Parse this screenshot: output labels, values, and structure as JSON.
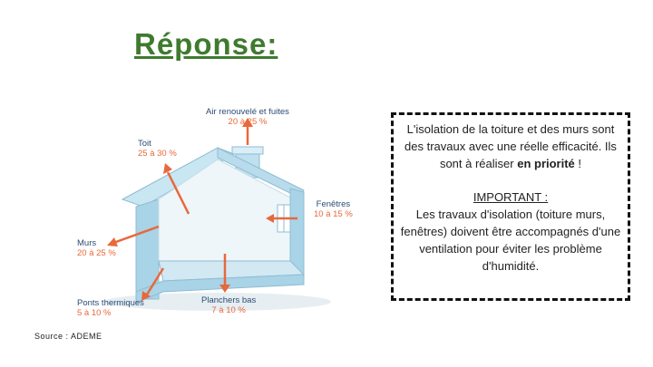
{
  "title": "Réponse:",
  "diagram": {
    "labels": [
      {
        "name": "Air renouvelé et fuites",
        "pct": "20 à 25 %"
      },
      {
        "name": "Toit",
        "pct": "25 à 30 %"
      },
      {
        "name": "Fenêtres",
        "pct": "10 à 15 %"
      },
      {
        "name": "Murs",
        "pct": "20 à 25 %"
      },
      {
        "name": "Ponts thermiques",
        "pct": "5 à 10 %"
      },
      {
        "name": "Planchers bas",
        "pct": "7 à 10 %"
      }
    ],
    "colors": {
      "name": "#2b4c73",
      "percent": "#e8683b",
      "arrow": "#e8683b",
      "house": "#a9d3e6"
    }
  },
  "source": "Source : ADEME",
  "infobox": {
    "line1": "L'isolation de la toiture et des murs sont des travaux avec une réelle efficacité. Ils sont à réaliser ",
    "line1_bold": "en priorité",
    "line1_end": " !",
    "heading": "IMPORTANT :",
    "body": "Les travaux d'isolation (toiture murs, fenêtres) doivent être accompagnés d'une ventilation pour éviter les problème d'humidité."
  }
}
